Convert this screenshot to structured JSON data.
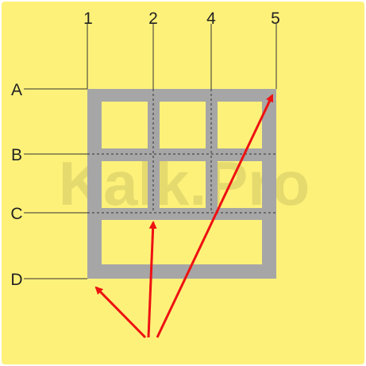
{
  "diagram": {
    "background_color": "#fdf17a",
    "frame_color": "#a6a6a6",
    "arrow_color": "#ee1111",
    "watermark": "Kalk.Pro",
    "column_labels": [
      "1",
      "2",
      "4",
      "5"
    ],
    "row_labels": [
      "A",
      "B",
      "C",
      "D"
    ]
  }
}
